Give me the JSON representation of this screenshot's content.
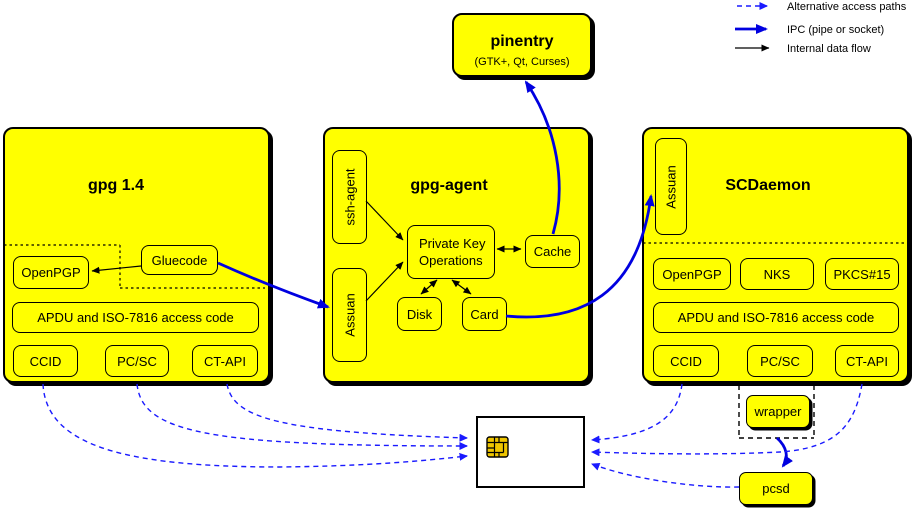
{
  "legend": {
    "items": [
      {
        "label": "Alternative access paths",
        "style": "dashed-blue-thin"
      },
      {
        "label": "IPC (pipe or socket)",
        "style": "solid-blue-thick"
      },
      {
        "label": "Internal data flow",
        "style": "solid-black-thin"
      }
    ]
  },
  "pinentry": {
    "title": "pinentry",
    "subtitle": "(GTK+, Qt, Curses)"
  },
  "gpg14": {
    "title": "gpg 1.4",
    "boxes": {
      "openpgp": "OpenPGP",
      "gluecode": "Gluecode",
      "apdu": "APDU and ISO-7816 access code",
      "ccid": "CCID",
      "pcsc": "PC/SC",
      "ctapi": "CT-API"
    }
  },
  "gpg_agent": {
    "title": "gpg-agent",
    "boxes": {
      "ssh_agent": "ssh-agent",
      "assuan": "Assuan",
      "private_key_line1": "Private Key",
      "private_key_line2": "Operations",
      "cache": "Cache",
      "disk": "Disk",
      "card": "Card"
    }
  },
  "scdaemon": {
    "title": "SCDaemon",
    "boxes": {
      "assuan": "Assuan",
      "openpgp": "OpenPGP",
      "nks": "NKS",
      "pkcs15": "PKCS#15",
      "apdu": "APDU and ISO-7816 access code",
      "ccid": "CCID",
      "pcsc": "PC/SC",
      "ctapi": "CT-API"
    }
  },
  "wrapper": {
    "label": "wrapper"
  },
  "pcsd": {
    "label": "pcsd"
  },
  "smartcard": {
    "icon": "smartcard-chip"
  },
  "colors": {
    "module_fill": "#ffff00",
    "border": "#000000",
    "ipc_blue": "#0000e0",
    "alt_blue": "#1a1aff",
    "chip_gold": "#eec500"
  }
}
